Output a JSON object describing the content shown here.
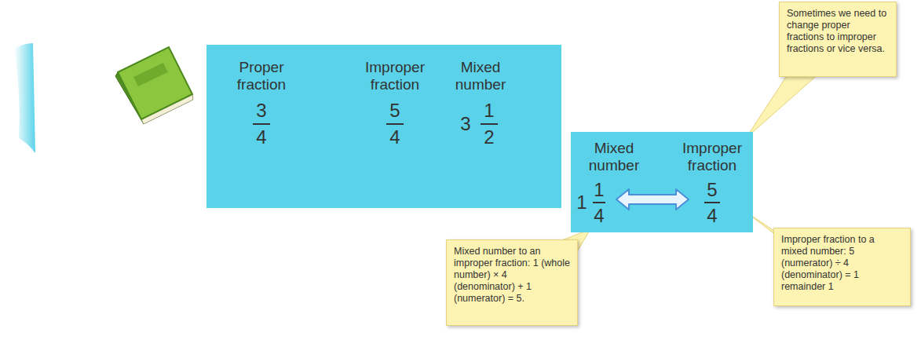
{
  "diagram": {
    "nodes": [
      {
        "text": [
          "Proper fraction",
          "3",
          "4",
          "Improper fraction",
          "5",
          "4",
          "Mixed number",
          "3",
          "1",
          "2"
        ]
      },
      {
        "text": [
          "Sometimes we need to change proper fractions to improper fractions or vice versa."
        ]
      },
      {
        "text": [
          "Mixed number",
          "Improper fraction",
          "1",
          "1",
          "4",
          "5",
          "4"
        ]
      },
      {
        "text": [
          "Mixed number to an improper fraction: 1 (whole number) × 4 (denominator) + 1 (numerator) = 5."
        ]
      },
      {
        "text": [
          "Improper fraction to a mixed number: 5 (numerator) ÷ 4 (denominator) = 1 remainder 1"
        ]
      }
    ]
  }
}
